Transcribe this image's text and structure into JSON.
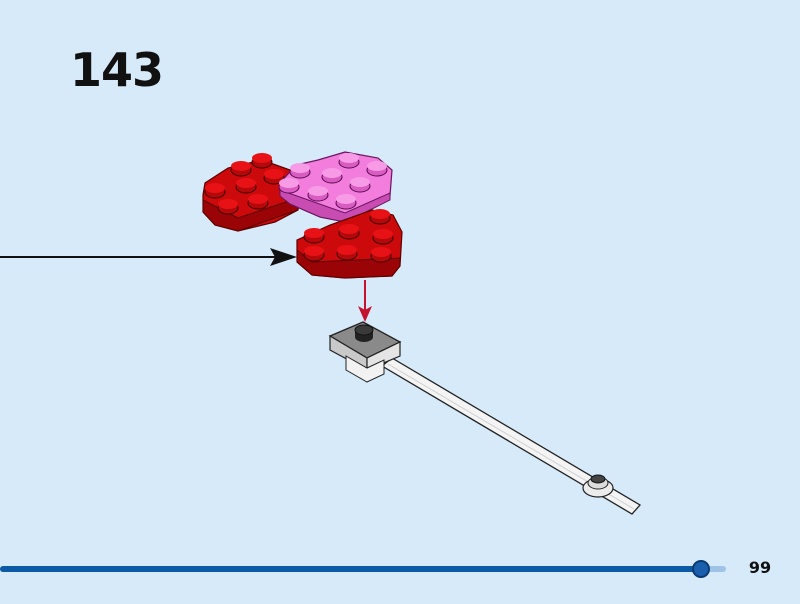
{
  "step": {
    "number": "143"
  },
  "illustration": {
    "parts": [
      {
        "name": "red-heart-plate",
        "color": "#d10a10"
      },
      {
        "name": "pink-heart-plate",
        "color": "#f06ad6"
      },
      {
        "name": "red-heart-plate-lower",
        "color": "#d10a10"
      },
      {
        "name": "grey-plate-with-stud",
        "color": "#8d8d8d"
      },
      {
        "name": "transparent-bar",
        "color": "#f5f5f5"
      }
    ],
    "arrow_colors": {
      "placement_arrow": "#c4122f",
      "callout_line": "#111111"
    }
  },
  "footer": {
    "progress_fraction": 0.965,
    "page_number": "99"
  },
  "colors": {
    "background": "#d6eafa",
    "progress_fill": "#0a5aa8",
    "progress_track": "#9fc3e6"
  }
}
